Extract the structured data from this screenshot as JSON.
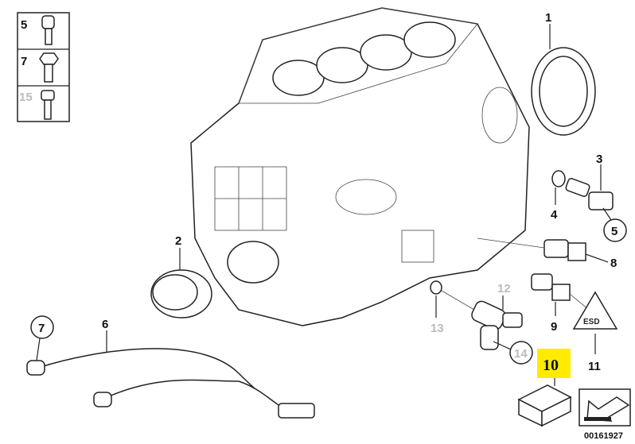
{
  "legend": [
    {
      "number": "5",
      "part": "socket-head-screw",
      "muted": false
    },
    {
      "number": "7",
      "part": "hex-bolt",
      "muted": false
    },
    {
      "number": "15",
      "part": "torx-bolt",
      "muted": true
    }
  ],
  "callouts": {
    "c1": "1",
    "c2": "2",
    "c3": "3",
    "c4": "4",
    "c5": "5",
    "c6": "6",
    "c7": "7",
    "c8": "8",
    "c9": "9",
    "c10": "10",
    "c11": "11",
    "c12": "12",
    "c13": "13",
    "c14": "14"
  },
  "highlight_color": "#ffeb00",
  "diagram_id": "00161927"
}
